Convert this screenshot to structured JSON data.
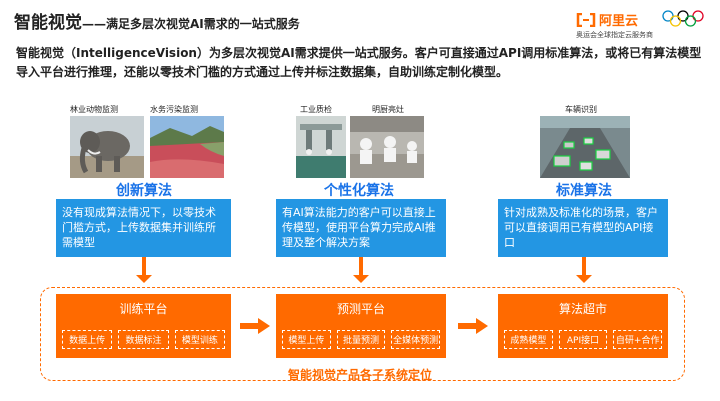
{
  "header": {
    "title_main": "智能视觉",
    "title_sub": "——满足多层次视觉AI需求的一站式服务"
  },
  "logo": {
    "brand": "阿里云",
    "tagline": "奥运会全球指定云服务商"
  },
  "intro": "智能视觉（IntelligenceVision）为多层次视觉AI需求提供一站式服务。客户可直接通过API调用标准算法，或将已有算法模型导入平台进行推理，还能以零技术门槛的方式通过上传并标注数据集，自助训练定制化模型。",
  "images": [
    {
      "label": "林业动物监测",
      "icon": "elephant-photo"
    },
    {
      "label": "水务污染监测",
      "icon": "river-pollution-photo"
    },
    {
      "label": "工业质检",
      "icon": "industrial-inspection-photo"
    },
    {
      "label": "明厨亮灶",
      "icon": "kitchen-photo"
    },
    {
      "label": "车辆识别",
      "icon": "vehicle-recognition-photo"
    }
  ],
  "algorithms": [
    {
      "title": "创新算法",
      "desc": "没有现成算法情况下，以零技术门槛方式，上传数据集并训练所需模型"
    },
    {
      "title": "个性化算法",
      "desc": "有AI算法能力的客户可以直接上传模型，使用平台算力完成AI推理及整个解决方案"
    },
    {
      "title": "标准算法",
      "desc": "针对成熟及标准化的场景，客户可以直接调用已有模型的API接口"
    }
  ],
  "platforms": [
    {
      "title": "训练平台",
      "chips": [
        "数据上传",
        "数据标注",
        "模型训练"
      ]
    },
    {
      "title": "预测平台",
      "chips": [
        "模型上传",
        "批量预测",
        "全媒体预测"
      ]
    },
    {
      "title": "算法超市",
      "chips": [
        "成熟模型",
        "API接口",
        "自研+合作"
      ]
    }
  ],
  "footer": "智能视觉产品各子系统定位",
  "colors": {
    "accent": "#ff6a00",
    "blue": "#2396e3",
    "title_blue": "#1a73e8"
  }
}
